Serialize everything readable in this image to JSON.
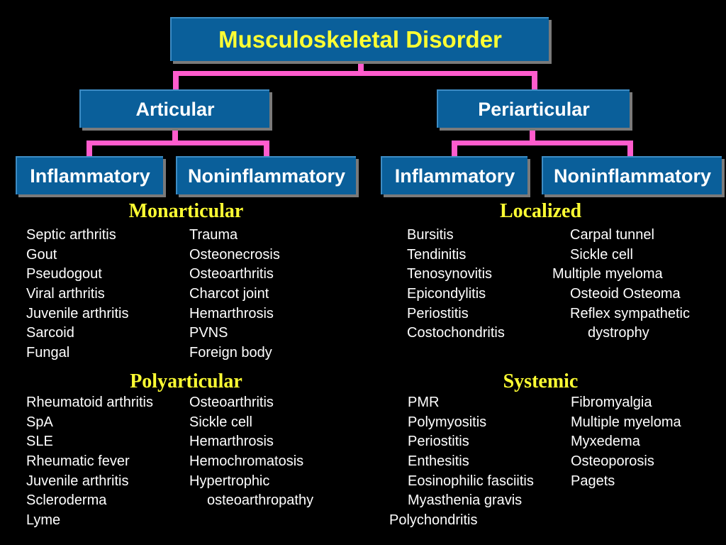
{
  "root": "Musculoskeletal Disorder",
  "level1": [
    "Articular",
    "Periarticular"
  ],
  "level2": [
    "Inflammatory",
    "Noninflammatory",
    "Inflammatory",
    "Noninflammatory"
  ],
  "monarticular": {
    "heading": "Monarticular",
    "inflammatory": [
      "Septic arthritis",
      "Gout",
      "Pseudogout",
      "Viral arthritis",
      "Juvenile arthritis",
      "Sarcoid",
      "Fungal"
    ],
    "noninflammatory": [
      "Trauma",
      "Osteonecrosis",
      "Osteoarthritis",
      "Charcot joint",
      "Hemarthrosis",
      "PVNS",
      "Foreign body"
    ]
  },
  "polyarticular": {
    "heading": "Polyarticular",
    "inflammatory": [
      "Rheumatoid arthritis",
      "SpA",
      "SLE",
      "Rheumatic fever",
      "Juvenile arthritis",
      "Scleroderma",
      "Lyme"
    ],
    "noninflammatory": [
      "Osteoarthritis",
      "Sickle cell",
      "Hemarthrosis",
      "Hemochromatosis",
      "Hypertrophic",
      "osteoarthropathy"
    ]
  },
  "localized": {
    "heading": "Localized",
    "inflammatory": [
      "Bursitis",
      "Tendinitis",
      "Tenosynovitis",
      "Epicondylitis",
      "Periostitis",
      "Costochondritis"
    ],
    "noninflammatory": [
      "Carpal tunnel",
      "Sickle cell",
      "Multiple myeloma",
      "Osteoid Osteoma",
      "Reflex sympathetic",
      "dystrophy"
    ]
  },
  "systemic": {
    "heading": "Systemic",
    "inflammatory": [
      "PMR",
      "Polymyositis",
      "Periostitis",
      "Enthesitis",
      "Eosinophilic fasciitis",
      "Myasthenia gravis",
      "Polychondritis"
    ],
    "noninflammatory": [
      "Fibromyalgia",
      "Multiple myeloma",
      "Myxedema",
      "Osteoporosis",
      "Pagets"
    ]
  }
}
